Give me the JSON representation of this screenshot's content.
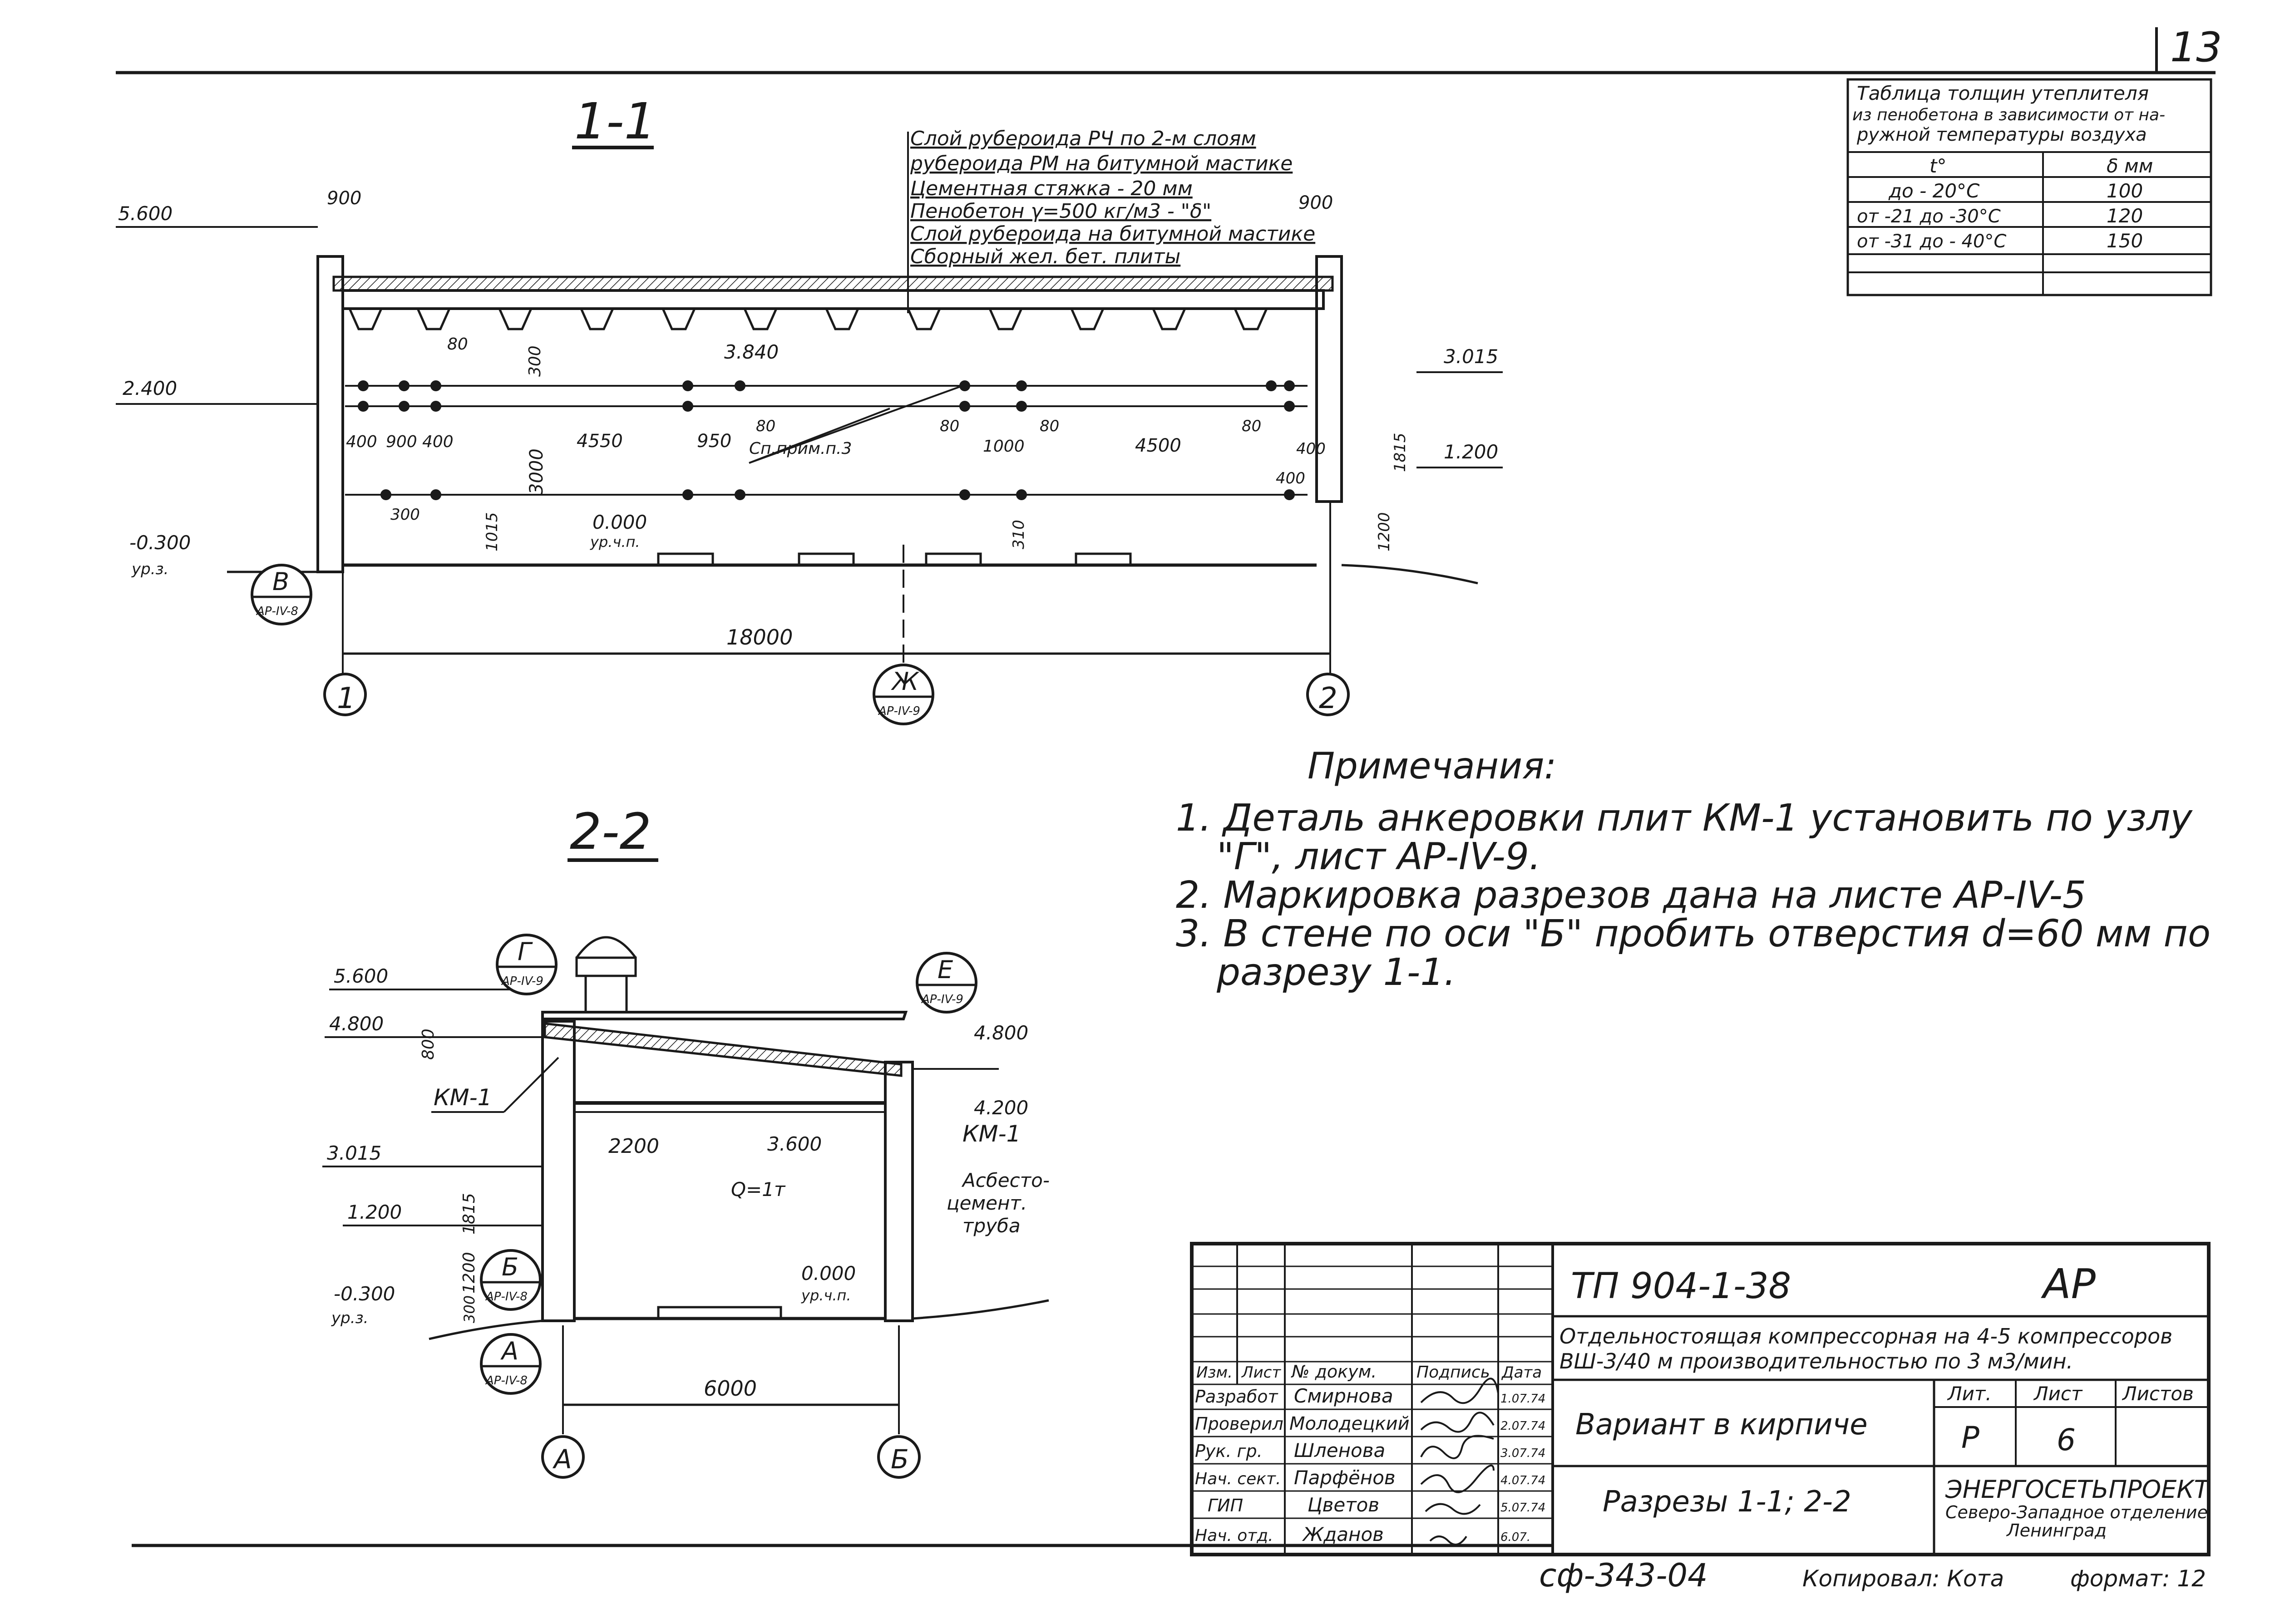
{
  "page_number": "13",
  "section_1_1": {
    "title": "1-1",
    "roof_layers": [
      "Слой рубероида РЧ по 2-м слоям",
      "рубероида РМ на битумной мастике",
      "Цементная стяжка - 20 мм",
      "Пенобетон γ=500 кг/м3 - \"δ\"",
      "Слой рубероида на битумной мастике",
      "Сборный жел. бет. плиты"
    ],
    "levels": [
      "5.600",
      "2.400",
      "-0.300",
      "ур.з.",
      "3.840",
      "0.000",
      "ур.ч.п.",
      "3.015",
      "1.200"
    ],
    "dims": [
      "900",
      "900",
      "80",
      "300",
      "400",
      "900",
      "400",
      "4550",
      "950",
      "3000",
      "300",
      "1015",
      "80",
      "80",
      "1000",
      "80",
      "4500",
      "80",
      "400",
      "400",
      "310",
      "1815",
      "1200",
      "18000"
    ],
    "note_ref": "Сп.прим.п.3",
    "axes": [
      "1",
      "2"
    ],
    "callouts": [
      {
        "letter": "В",
        "sheet": "АР-IV-8"
      },
      {
        "letter": "Ж",
        "sheet": "АР-IV-9"
      }
    ]
  },
  "insulation_table": {
    "title_lines": [
      "Таблица толщин утеплителя",
      "из пенобетона в зависимости от на-",
      "ружной температуры воздуха"
    ],
    "headers": [
      "t°",
      "δ мм"
    ],
    "rows": [
      [
        "до - 20°С",
        "100"
      ],
      [
        "от -21 до -30°С",
        "120"
      ],
      [
        "от -31 до - 40°С",
        "150"
      ]
    ]
  },
  "notes": {
    "title": "Примечания:",
    "lines": [
      "1. Деталь анкеровки плит КМ-1 установить по узлу",
      "\"Г\", лист АР-IV-9.",
      "2. Маркировка разрезов дана на листе АР-IV-5",
      "3. В стене по оси \"Б\" пробить отверстия d=60 мм по",
      "разрезу 1-1."
    ]
  },
  "section_2_2": {
    "title": "2-2",
    "levels": [
      "5.600",
      "4.800",
      "4.800",
      "4.200",
      "3.600",
      "3.015",
      "1.200",
      "-0.300",
      "ур.з.",
      "0.000",
      "ур.ч.п."
    ],
    "dims": [
      "800",
      "2200",
      "1815",
      "1200",
      "300",
      "6000"
    ],
    "labels": [
      "КМ-1",
      "КМ-1",
      "Q=1т",
      "Асбесто-",
      "цемент.",
      "труба"
    ],
    "axes": [
      "А",
      "Б"
    ],
    "callouts": [
      {
        "letter": "Г",
        "sheet": "АР-IV-9"
      },
      {
        "letter": "Е",
        "sheet": "АР-IV-9"
      },
      {
        "letter": "Б",
        "sheet": "АР-IV-8"
      },
      {
        "letter": "А",
        "sheet": "АР-IV-8"
      }
    ]
  },
  "title_block": {
    "project_code": "ТП 904-1-38",
    "stage_code": "АР",
    "description_1": "Отдельностоящая компрессорная на 4-5 компрессоров",
    "description_2": "ВШ-3/40 м производительностью по 3 м3/мин.",
    "variant": "Вариант в кирпиче",
    "sheet_title": "Разрезы 1-1; 2-2",
    "lit_header": "Лит.",
    "list_header": "Лист",
    "listov_header": "Листов",
    "lit_value": "Р",
    "list_value": "6",
    "org_name": "ЭНЕРГОСЕТЬПРОЕКТ",
    "org_dept": "Северо-Западное отделение",
    "org_city": "Ленинград",
    "rev_headers": [
      "Изм.",
      "Лист",
      "№ докум.",
      "Подпись",
      "Дата"
    ],
    "staff": [
      {
        "role": "Разработ",
        "name": "Смирнова",
        "date": "1.07.74"
      },
      {
        "role": "Проверил",
        "name": "Молодецкий",
        "date": "2.07.74"
      },
      {
        "role": "Рук. гр.",
        "name": "Шленова",
        "date": "3.07.74"
      },
      {
        "role": "Нач. сект.",
        "name": "Парфёнов",
        "date": "4.07.74"
      },
      {
        "role": "ГИП",
        "name": "Цветов",
        "date": "5.07.74"
      },
      {
        "role": "Нач. отд.",
        "name": "Жданов",
        "date": "6.07."
      }
    ]
  },
  "footer": {
    "code": "сф-343-04",
    "copied": "Копировал: Кота",
    "format": "формат: 12"
  }
}
